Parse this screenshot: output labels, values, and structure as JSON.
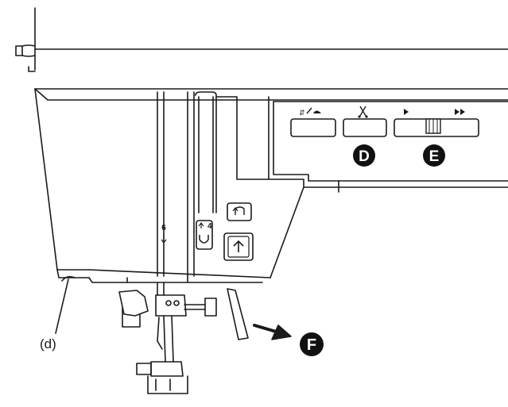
{
  "buttons": {
    "speed_icon": "speed-tortoise-icon",
    "cut_icon": "scissors-icon",
    "slow_icon": "play-icon",
    "fast_icon": "fast-forward-icon",
    "reverse_icon": "reverse-stitch-icon",
    "needle_up_icon": "needle-up-arrow-icon",
    "needle_thread_icon": "needle-threading-icon"
  },
  "callouts": {
    "d_letter": "D",
    "e_letter": "E",
    "f_letter": "F",
    "part_d_label": "(d)"
  },
  "thread_guides": {
    "guide_6": "6",
    "guide_4": "4"
  },
  "colors": {
    "line": "#1a1a1a",
    "callout_fill": "#111111",
    "callout_text": "#ffffff"
  }
}
